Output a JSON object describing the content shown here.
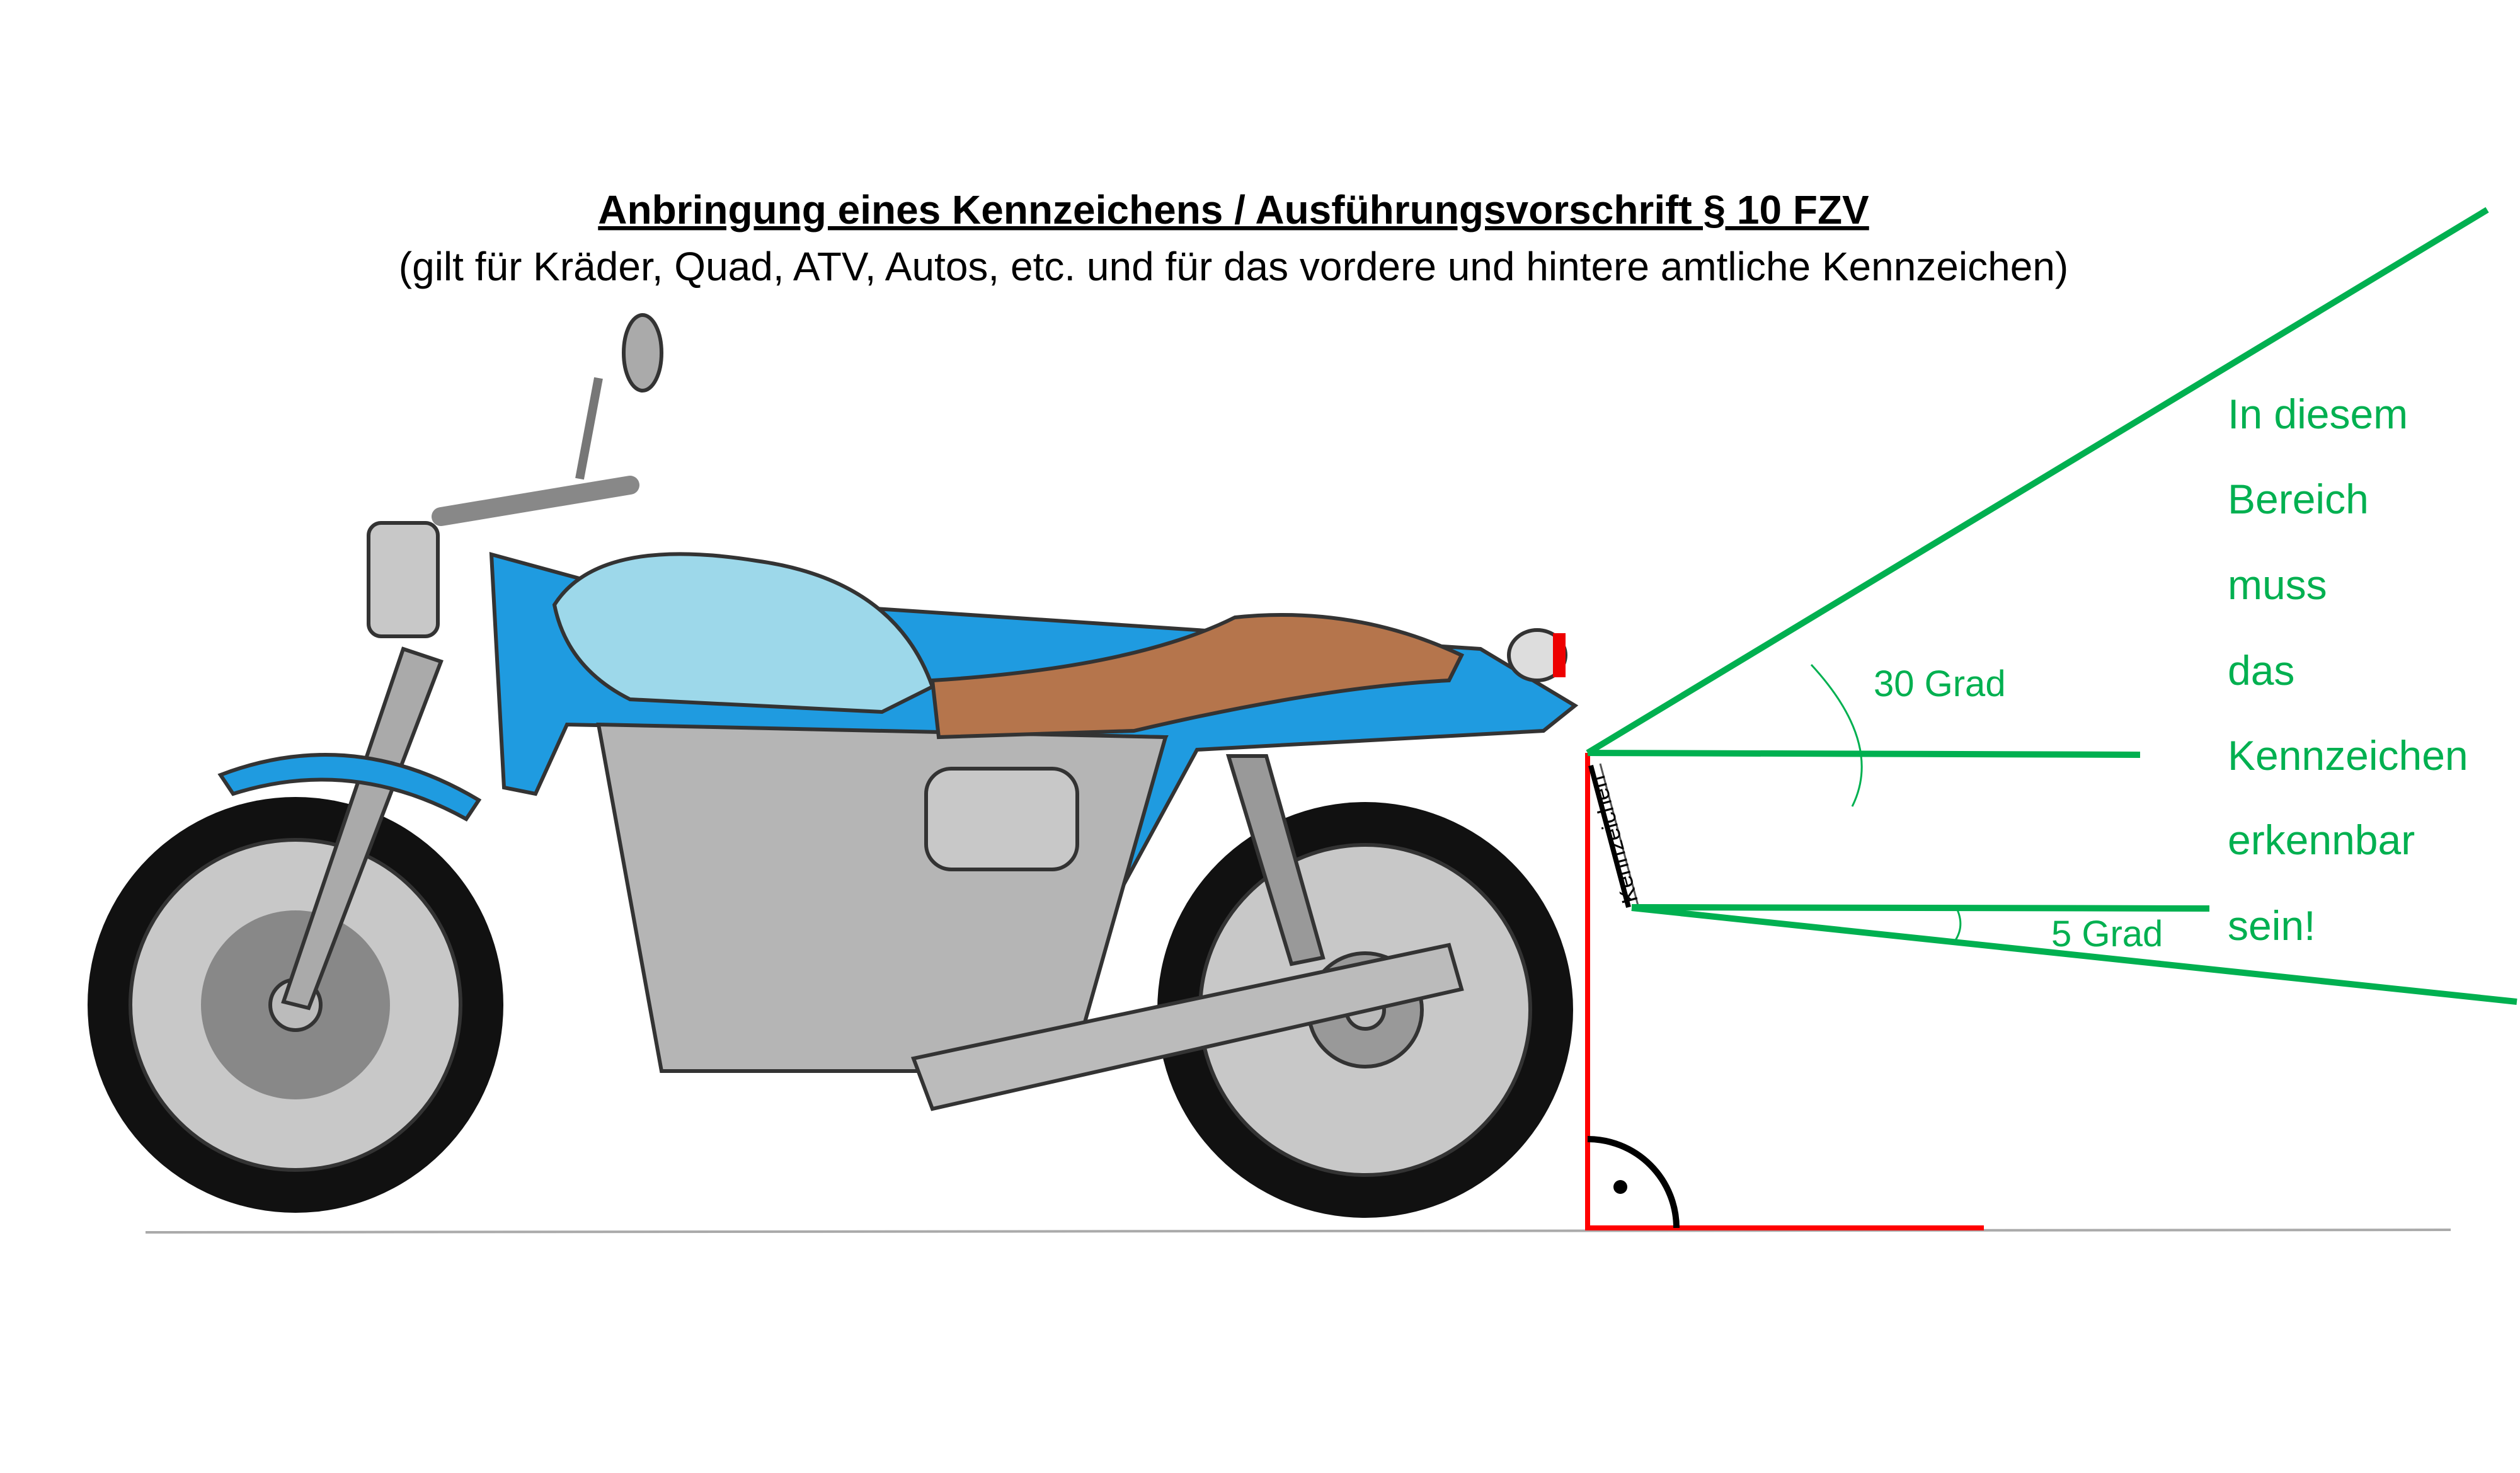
{
  "header": {
    "title": "Anbringung eines Kennzeichens / Ausführungsvorschrift § 10 FZV",
    "subtitle": "(gilt für Kräder, Quad, ATV, Autos, etc. und für das vordere und hintere amtliche Kennzeichen)"
  },
  "diagram": {
    "plate_label": "Kennzeichen",
    "upper_angle_label": "30 Grad",
    "lower_angle_label": "5 Grad",
    "upper_angle_deg": 30,
    "lower_angle_deg": 5,
    "visibility_note": [
      "In diesem",
      "Bereich",
      "muss",
      "das",
      "Kennzeichen",
      "erkennbar",
      "sein!"
    ]
  },
  "colors": {
    "zone_lines": "#00b050",
    "reference_lines": "#ff0000",
    "frame": "#1f9be0",
    "tank": "#9dd8ea",
    "seat": "#b5754c"
  }
}
